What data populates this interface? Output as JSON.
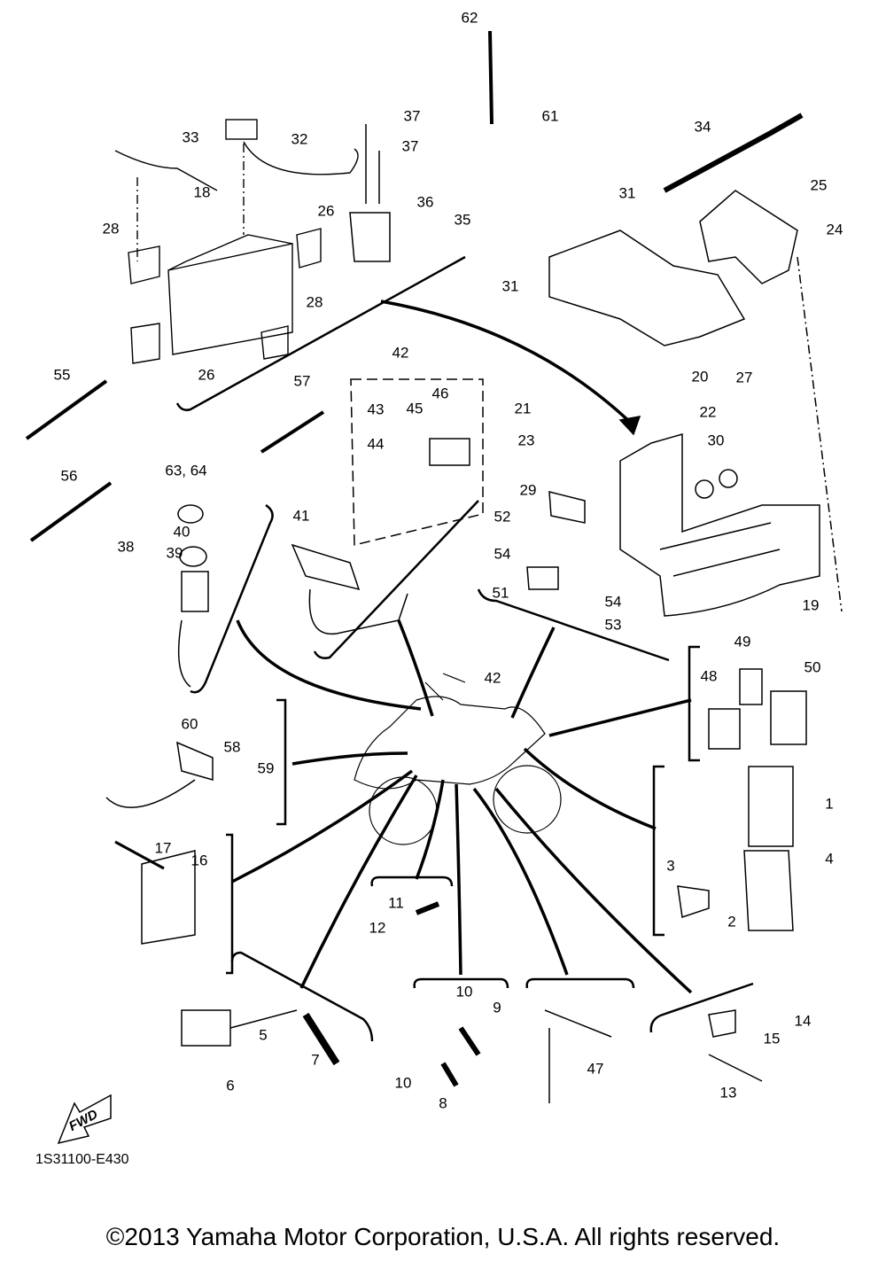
{
  "diagram": {
    "part_callouts": [
      "62",
      "33",
      "32",
      "37",
      "37",
      "36",
      "35",
      "18",
      "26",
      "28",
      "28",
      "26",
      "61",
      "34",
      "31",
      "25",
      "24",
      "31",
      "27",
      "20",
      "22",
      "21",
      "23",
      "30",
      "29",
      "52",
      "54",
      "51",
      "19",
      "54",
      "53",
      "42",
      "43",
      "46",
      "45",
      "44",
      "55",
      "57",
      "56",
      "63, 64",
      "40",
      "39",
      "38",
      "41",
      "42",
      "49",
      "48",
      "50",
      "60",
      "58",
      "59",
      "1",
      "4",
      "3",
      "2",
      "17",
      "16",
      "11",
      "12",
      "10",
      "9",
      "10",
      "8",
      "47",
      "14",
      "15",
      "13",
      "5",
      "6",
      "7"
    ],
    "direction_marker": "FWD",
    "diagram_code": "1S31100-E430",
    "copyright": "©2013 Yamaha Motor Corporation, U.S.A. All rights reserved."
  }
}
